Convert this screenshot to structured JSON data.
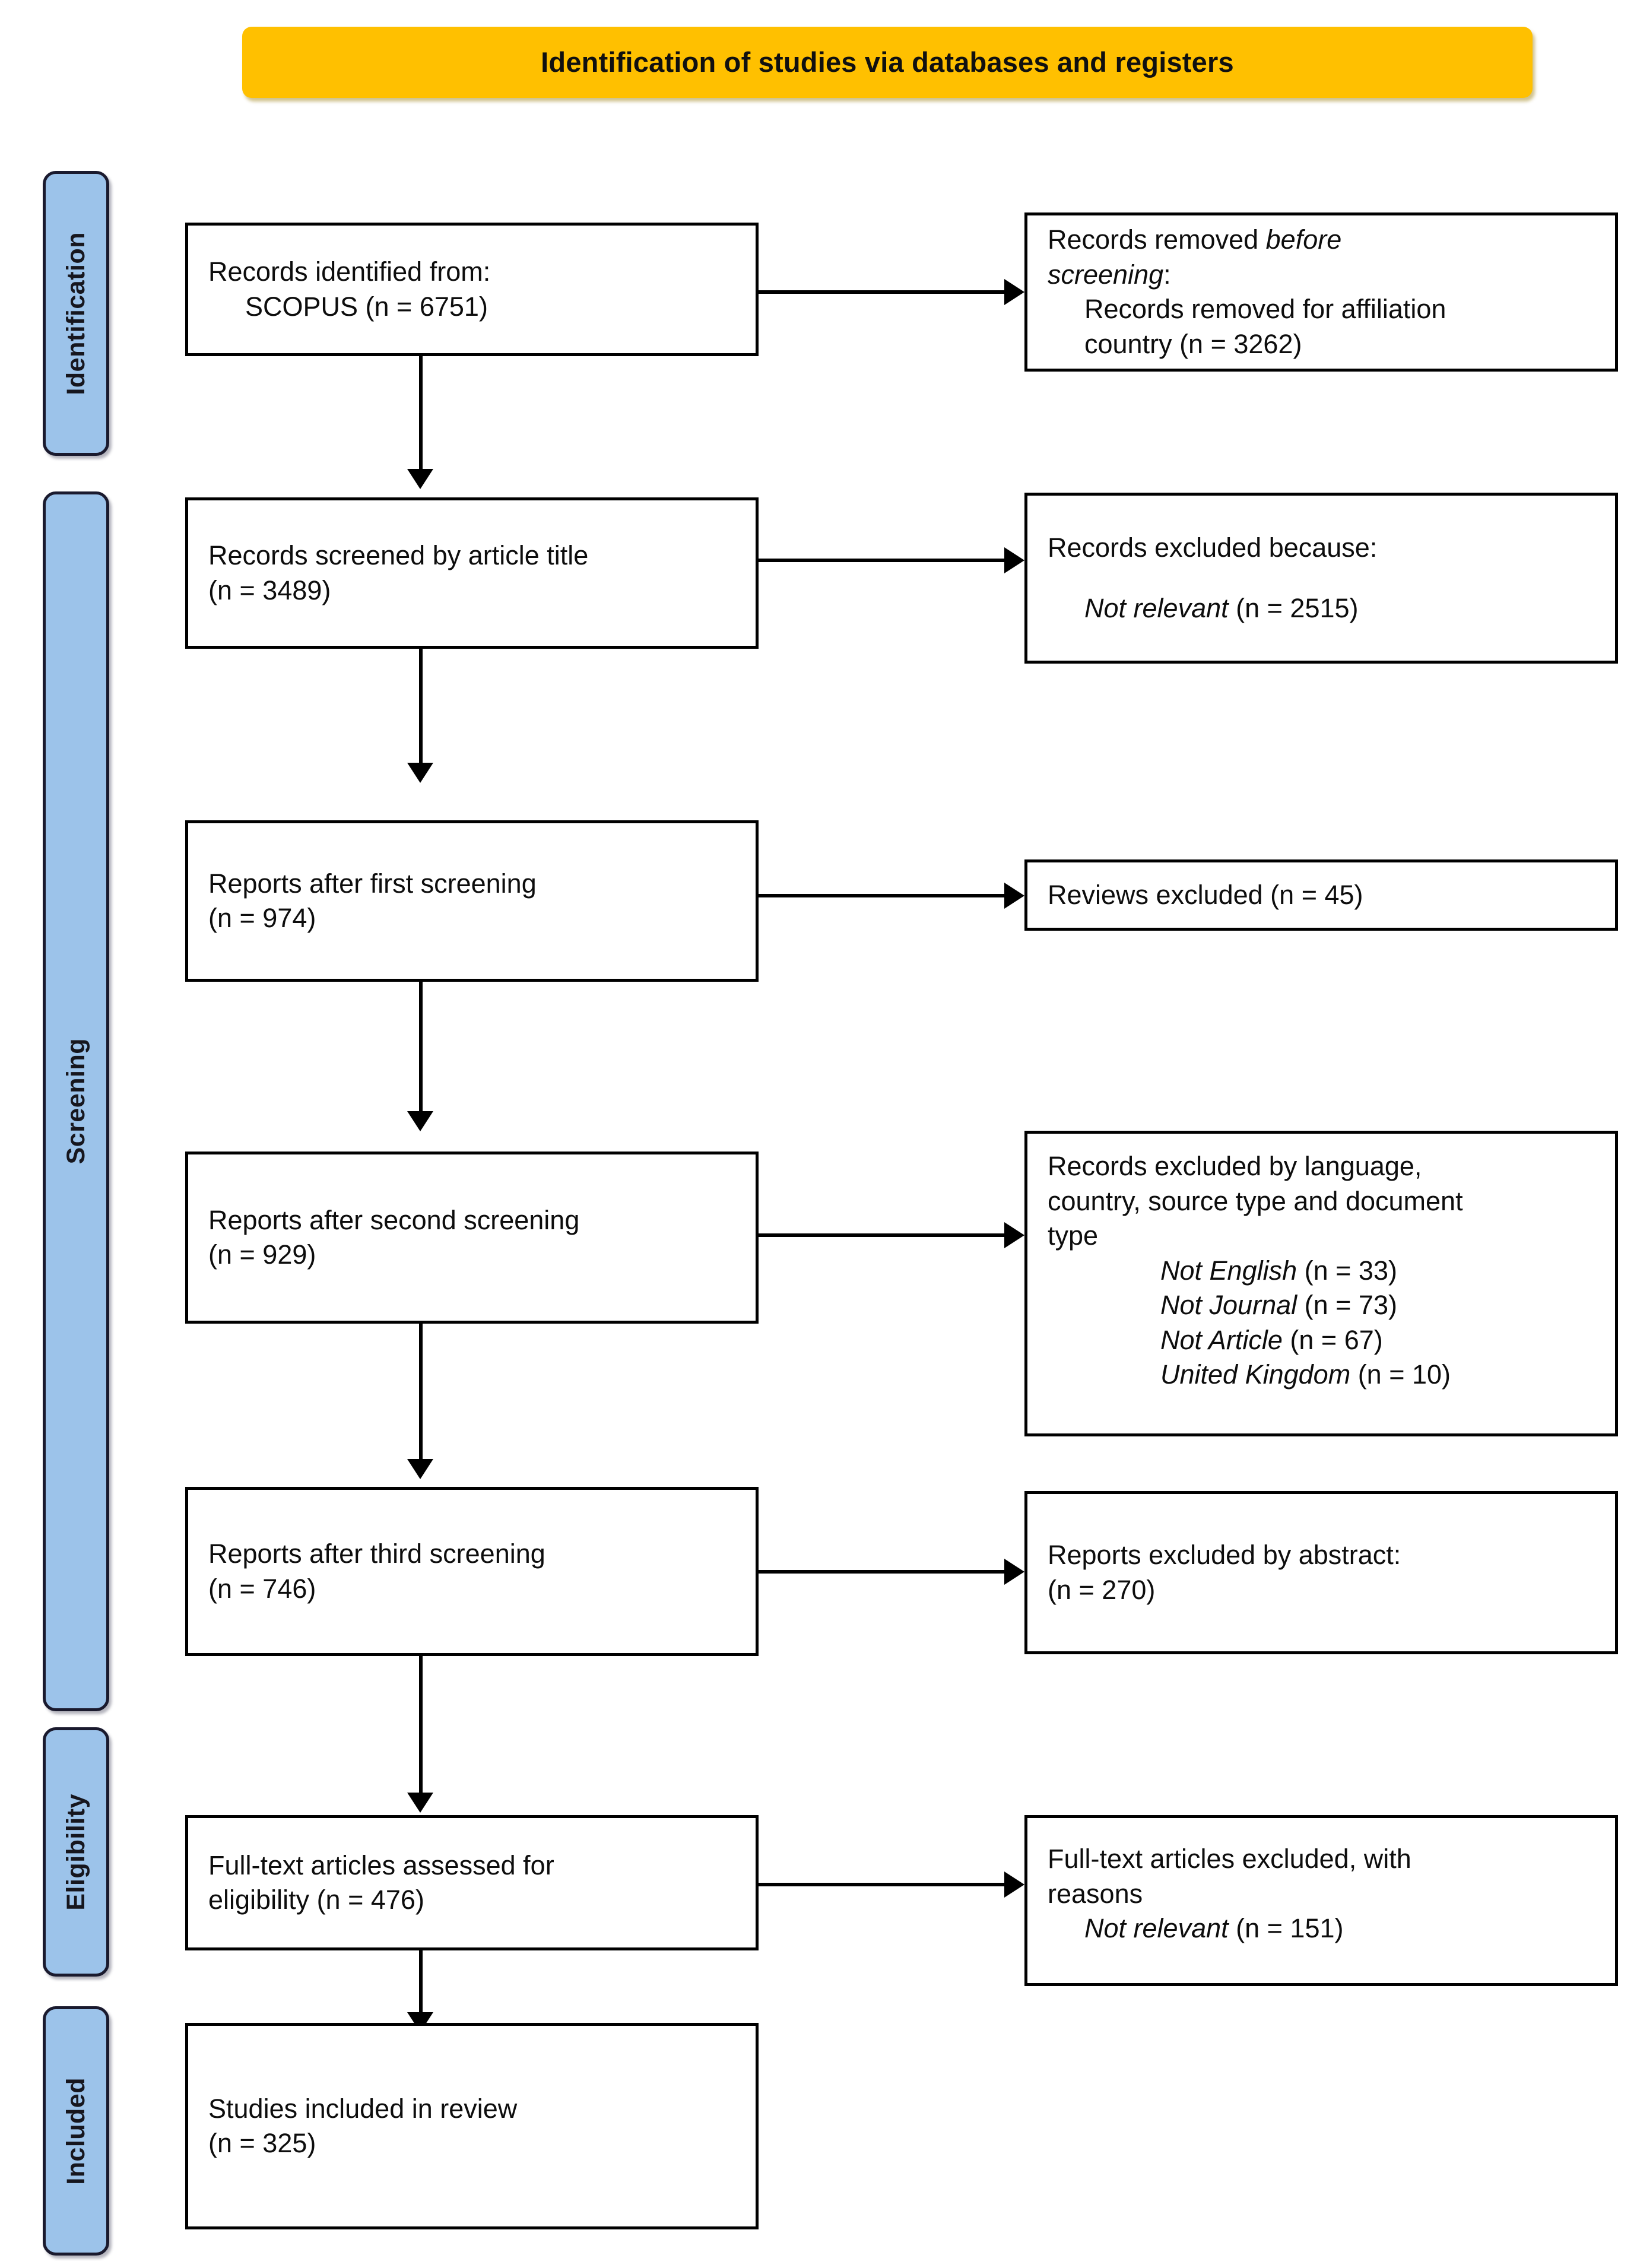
{
  "banner": {
    "title": "Identification of studies via databases and registers",
    "color": "#FFC000"
  },
  "phases": [
    {
      "id": "identification",
      "label": "Identification",
      "color": "#9CC3EA"
    },
    {
      "id": "screening",
      "label": "Screening",
      "color": "#9CC3EA"
    },
    {
      "id": "eligibility",
      "label": "Eligibility",
      "color": "#9CC3EA"
    },
    {
      "id": "included",
      "label": "Included",
      "color": "#9CC3EA"
    }
  ],
  "nodes": {
    "records_identified": {
      "l1": "Records identified from:",
      "l2": "SCOPUS (n = 6751)"
    },
    "records_removed": {
      "l1_a": "Records removed ",
      "l1_b": "before",
      "l2_a": "screening",
      "l2_b": ":",
      "l3": "Records removed for affiliation",
      "l4": "country (n = 3262)"
    },
    "records_screened": {
      "l1": "Records screened by article title",
      "l2": "(n = 3489)"
    },
    "records_excluded_because": {
      "l1": "Records excluded because:",
      "l2_a": "Not relevant",
      "l2_b": " (n = 2515)"
    },
    "reports_first": {
      "l1": "Reports after first screening",
      "l2": "(n = 974)"
    },
    "reviews_excluded": {
      "l1": "Reviews excluded (n = 45)"
    },
    "reports_second": {
      "l1": "Reports after second screening",
      "l2": "(n = 929)"
    },
    "records_excluded_lang": {
      "l1": "Records excluded by language,",
      "l2": "country, source type and document",
      "l3": "type",
      "i1_a": "Not English",
      "i1_b": " (n = 33)",
      "i2_a": "Not Journal",
      "i2_b": " (n = 73)",
      "i3_a": "Not Article",
      "i3_b": " (n = 67)",
      "i4_a": "United Kingdom",
      "i4_b": " (n = 10)"
    },
    "reports_third": {
      "l1": "Reports after third screening",
      "l2": "(n = 746)"
    },
    "reports_excluded_abstract": {
      "l1": "Reports excluded by abstract:",
      "l2": "(n = 270)"
    },
    "fulltext_assessed": {
      "l1": "Full-text articles assessed for",
      "l2": "eligibility (n = 476)"
    },
    "fulltext_excluded": {
      "l1": "Full-text articles excluded, with",
      "l2": "reasons",
      "l3_a": "Not relevant",
      "l3_b": " (n = 151)"
    },
    "studies_included": {
      "l1": "Studies included in review",
      "l2": "(n = 325)"
    }
  }
}
